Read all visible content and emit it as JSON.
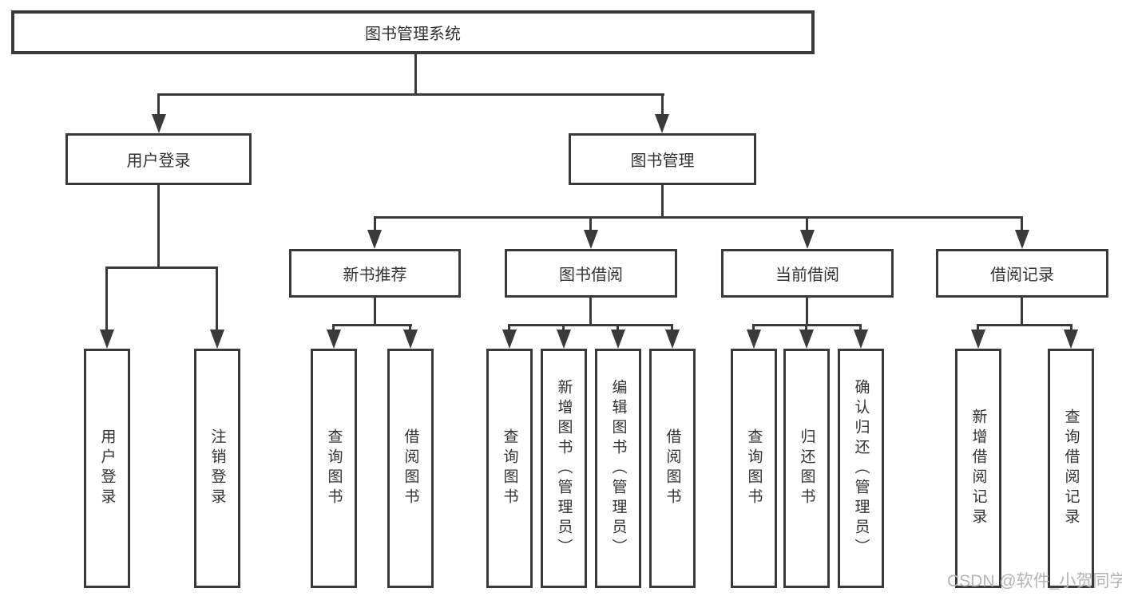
{
  "diagram": {
    "root_label": "图书管理系统",
    "level2": [
      {
        "label": "用户登录"
      },
      {
        "label": "图书管理"
      }
    ],
    "level3": [
      {
        "label": "新书推荐"
      },
      {
        "label": "图书借阅"
      },
      {
        "label": "当前借阅"
      },
      {
        "label": "借阅记录"
      }
    ],
    "leaves": [
      {
        "label": "用户登录"
      },
      {
        "label": "注销登录"
      },
      {
        "label": "查询图书"
      },
      {
        "label": "借阅图书"
      },
      {
        "label": "查询图书"
      },
      {
        "label": "新增图书（管理员）"
      },
      {
        "label": "编辑图书（管理员）"
      },
      {
        "label": "借阅图书"
      },
      {
        "label": "查询图书"
      },
      {
        "label": "归还图书"
      },
      {
        "label": "确认归还（管理员）"
      },
      {
        "label": "新增借阅记录"
      },
      {
        "label": "查询借阅记录"
      }
    ],
    "watermark": "CSDN @软件_小贺同学",
    "colors": {
      "line": "#3a3a3a",
      "text": "#333333",
      "watermark": "#b4b4b6",
      "background": "#ffffff"
    }
  }
}
